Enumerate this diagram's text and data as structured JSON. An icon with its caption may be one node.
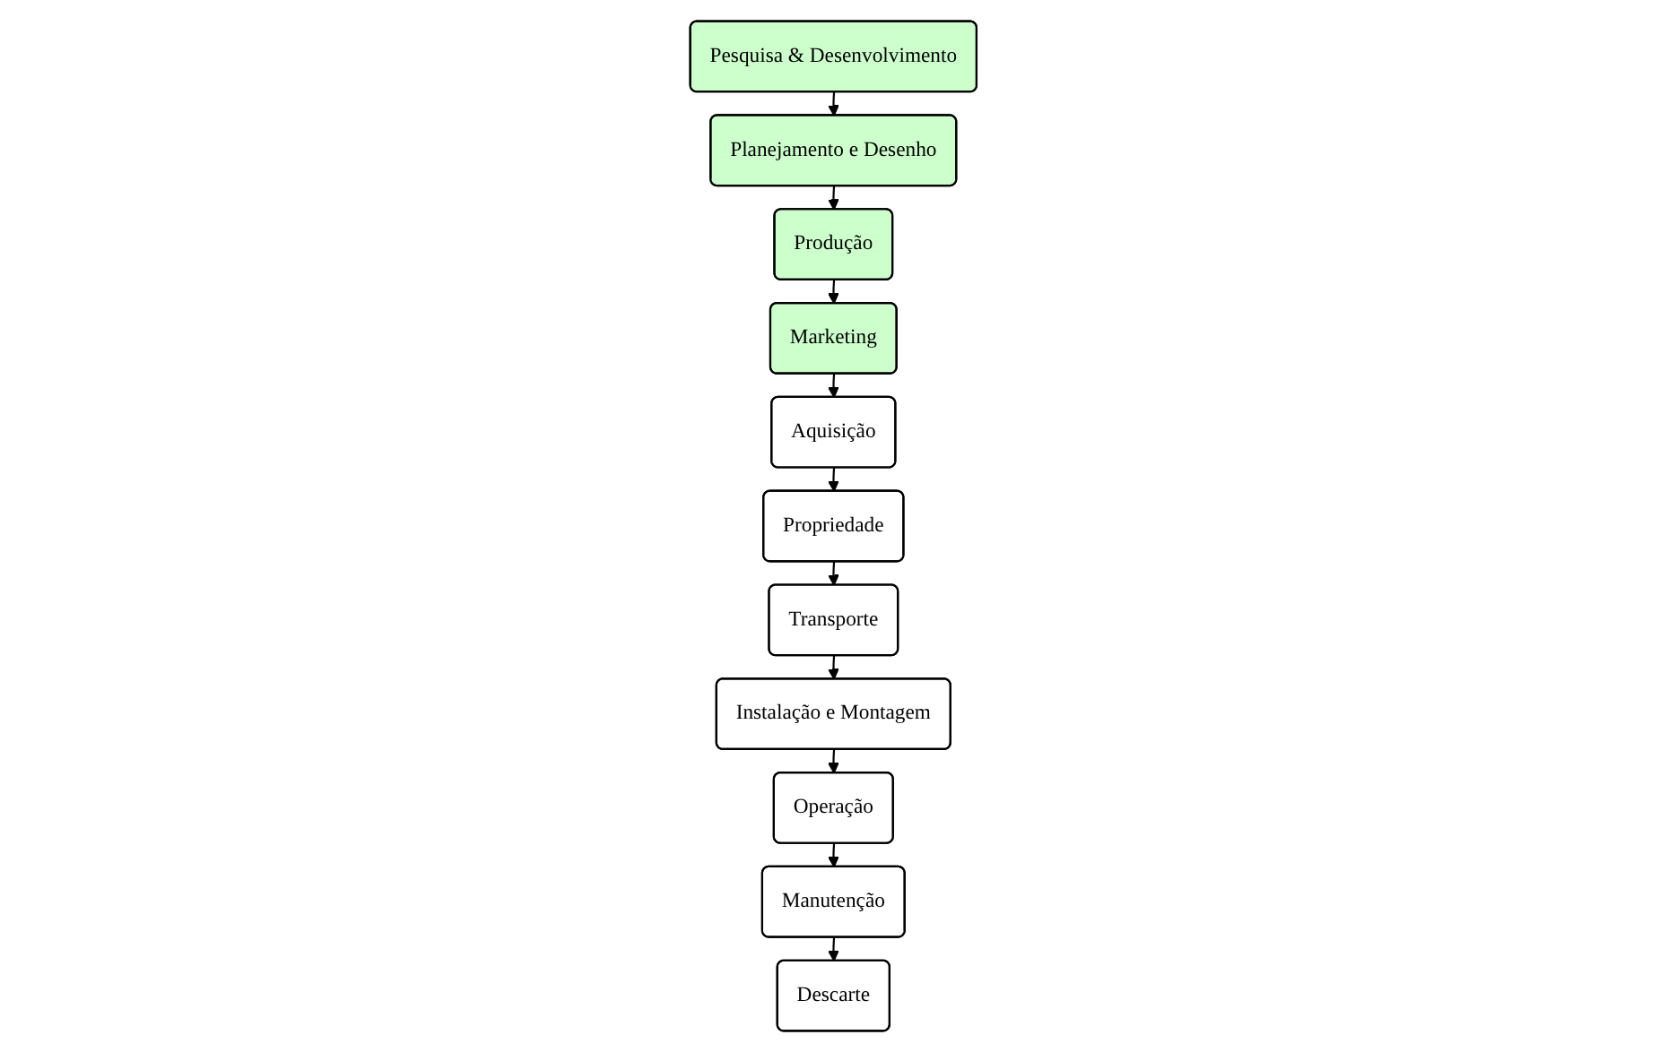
{
  "diagram": {
    "nodes": [
      {
        "text": [
          "Pesquisa & Desenvolvimento"
        ]
      },
      {
        "text": [
          "Planejamento e Desenho"
        ]
      },
      {
        "text": [
          "Produção"
        ]
      },
      {
        "text": [
          "Marketing"
        ]
      },
      {
        "text": [
          "Aquisição"
        ]
      },
      {
        "text": [
          "Propriedade"
        ]
      },
      {
        "text": [
          "Transporte"
        ]
      },
      {
        "text": [
          "Instalação e Montagem"
        ]
      },
      {
        "text": [
          "Operação"
        ]
      },
      {
        "text": [
          "Manutenção"
        ]
      },
      {
        "text": [
          "Descarte"
        ]
      }
    ],
    "edges": [
      {
        "from": 0,
        "to": 1,
        "arrow": "to"
      },
      {
        "from": 1,
        "to": 2,
        "arrow": "to"
      },
      {
        "from": 2,
        "to": 3,
        "arrow": "to"
      },
      {
        "from": 3,
        "to": 4,
        "arrow": "to"
      },
      {
        "from": 4,
        "to": 5,
        "arrow": "to"
      },
      {
        "from": 5,
        "to": 6,
        "arrow": "to"
      },
      {
        "from": 6,
        "to": 7,
        "arrow": "to"
      },
      {
        "from": 7,
        "to": 8,
        "arrow": "to"
      },
      {
        "from": 8,
        "to": 9,
        "arrow": "to"
      },
      {
        "from": 9,
        "to": 10,
        "arrow": "to"
      }
    ]
  }
}
